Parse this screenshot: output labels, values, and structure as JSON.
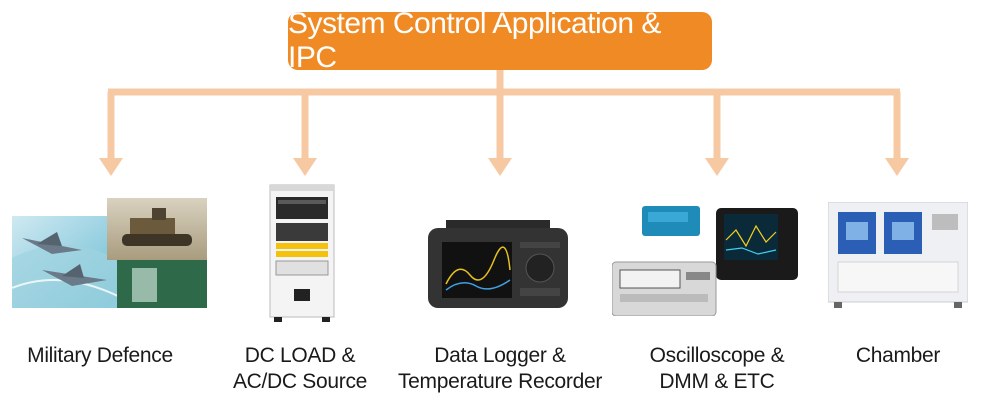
{
  "title": "System Control Application & IPC",
  "nodes": [
    {
      "id": "military",
      "lines": [
        "Military Defence"
      ],
      "icon": "military-aircraft-tank-image"
    },
    {
      "id": "dcload",
      "lines": [
        "DC LOAD &",
        "AC/DC Source"
      ],
      "icon": "power-rack-cabinet-image"
    },
    {
      "id": "datalogger",
      "lines": [
        "Data Logger &",
        "Temperature Recorder"
      ],
      "icon": "data-logger-device-image"
    },
    {
      "id": "oscilloscope",
      "lines": [
        "Oscilloscope &",
        "DMM & ETC"
      ],
      "icon": "oscilloscope-dmm-image"
    },
    {
      "id": "chamber",
      "lines": [
        "Chamber"
      ],
      "icon": "environmental-chamber-image"
    }
  ],
  "colors": {
    "accent": "#f08a24",
    "connector": "#f7c9a3"
  }
}
